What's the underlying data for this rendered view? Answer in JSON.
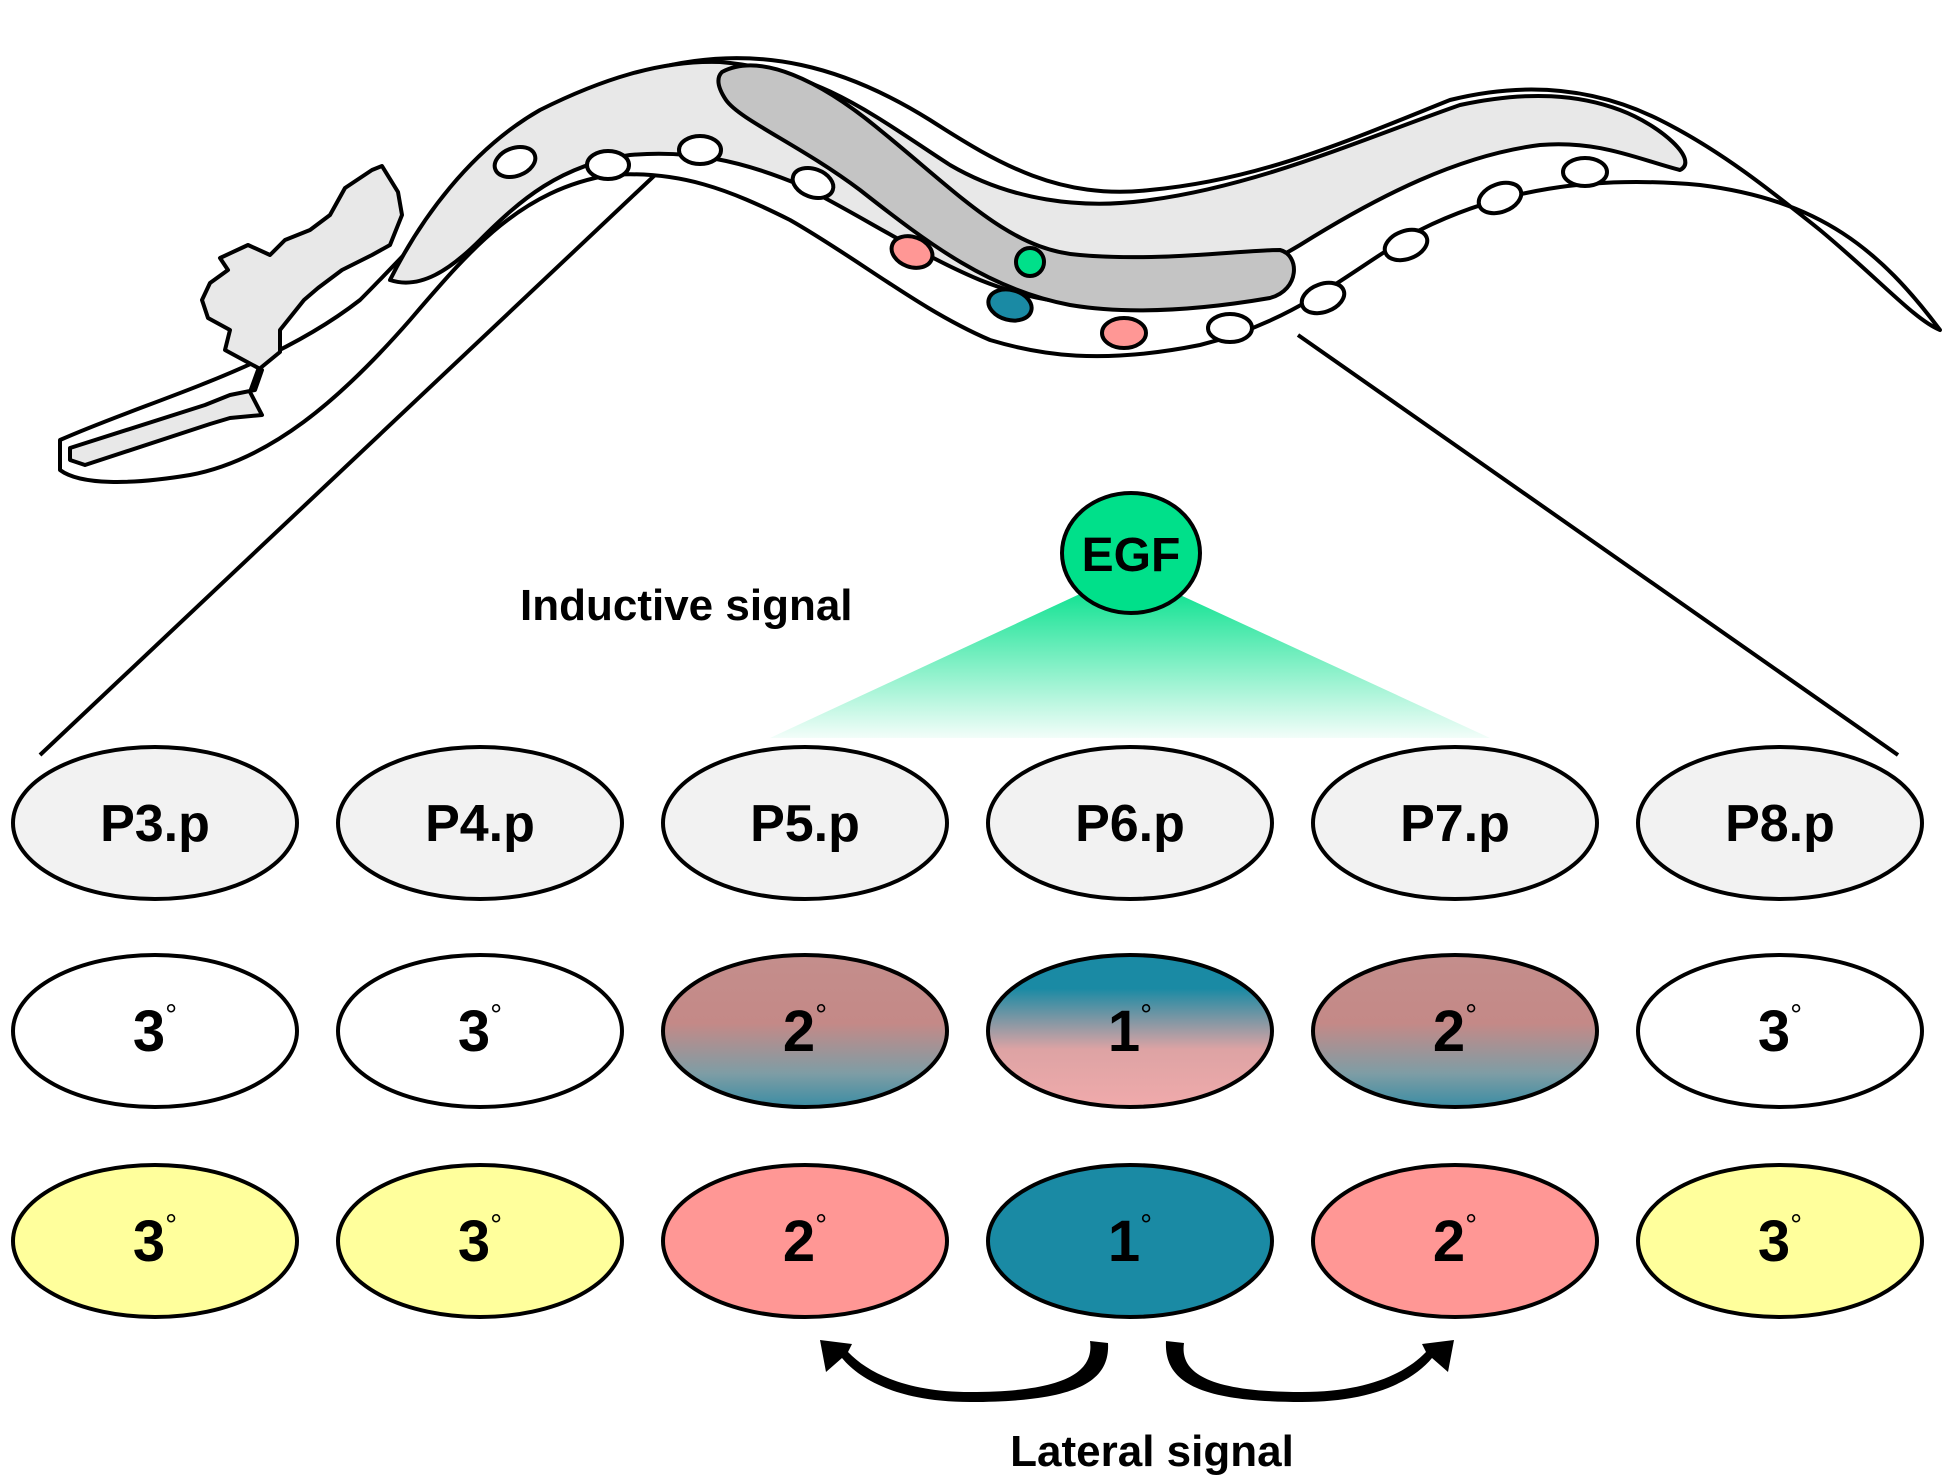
{
  "egf_label": "EGF",
  "inductive_signal_label": "Inductive signal",
  "lateral_signal_label": "Lateral signal",
  "degree_symbol": "°",
  "colors": {
    "primary_fate": "#1a8aa4",
    "secondary_fate": "#ff9795",
    "tertiary_fate": "#ffff9c",
    "egf": "#00e08a",
    "cell_default": "#f2f2f2",
    "worm_body": "#e8e8e8",
    "worm_gonad": "#c4c4c4"
  },
  "cells": [
    {
      "name": "P3.p",
      "competence": "3",
      "fate": "3",
      "fate_type": "tertiary"
    },
    {
      "name": "P4.p",
      "competence": "3",
      "fate": "3",
      "fate_type": "tertiary"
    },
    {
      "name": "P5.p",
      "competence": "2",
      "fate": "2",
      "fate_type": "secondary"
    },
    {
      "name": "P6.p",
      "competence": "1",
      "fate": "1",
      "fate_type": "primary"
    },
    {
      "name": "P7.p",
      "competence": "2",
      "fate": "2",
      "fate_type": "secondary"
    },
    {
      "name": "P8.p",
      "competence": "3",
      "fate": "3",
      "fate_type": "tertiary"
    }
  ]
}
